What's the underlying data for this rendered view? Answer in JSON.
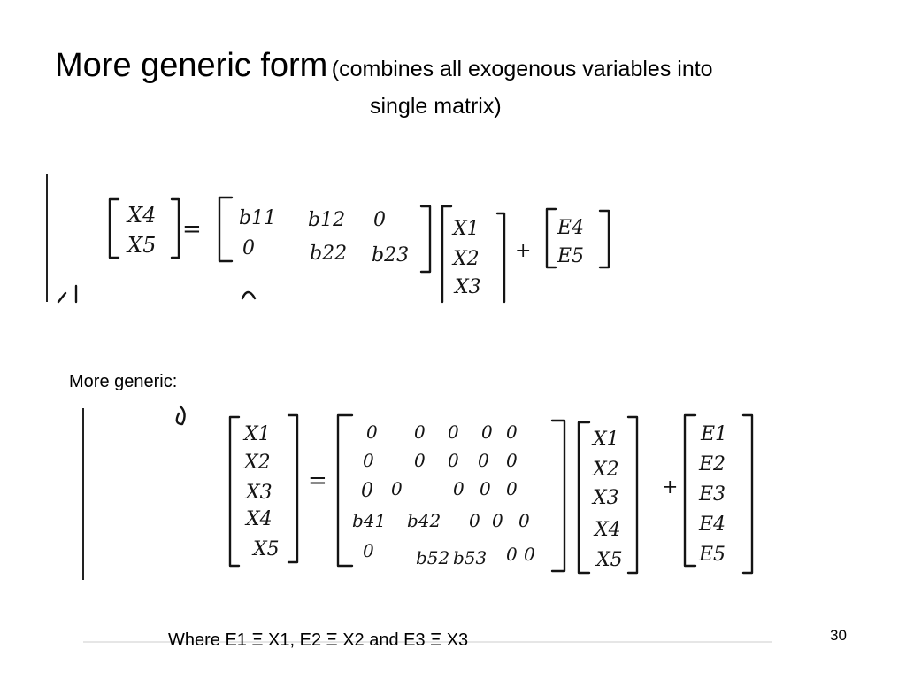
{
  "slide": {
    "title_main": "More generic form",
    "title_sub_line1": "(combines all exogenous variables into",
    "title_sub_line2": "single matrix)",
    "label_more_generic": "More generic:",
    "footnote": "Where E1 Ξ X1, E2 Ξ X2 and E3 Ξ X3",
    "page_number": "30"
  },
  "equation1": {
    "lhs": [
      "X4",
      "X5"
    ],
    "coef_matrix": [
      [
        "b11",
        "b12",
        "0"
      ],
      [
        "0",
        "b22",
        "b23"
      ]
    ],
    "vector": [
      "X1",
      "X2",
      "X3"
    ],
    "plus": "+",
    "error": [
      "E4",
      "E5"
    ]
  },
  "equation2": {
    "lhs": [
      "X1",
      "X2",
      "X3",
      "X4",
      "X5"
    ],
    "coef_matrix": [
      [
        "0",
        "0",
        "0",
        "0",
        "0"
      ],
      [
        "0",
        "0",
        "0",
        "0",
        "0"
      ],
      [
        "0",
        "0",
        "0",
        "0",
        "0"
      ],
      [
        "b41",
        "b42",
        "0",
        "0",
        "0"
      ],
      [
        "0",
        "b52",
        "b53",
        "0",
        "0"
      ]
    ],
    "vector": [
      "X1",
      "X2",
      "X3",
      "X4",
      "X5"
    ],
    "plus": "+",
    "error": [
      "E1",
      "E2",
      "E3",
      "E4",
      "E5"
    ]
  }
}
